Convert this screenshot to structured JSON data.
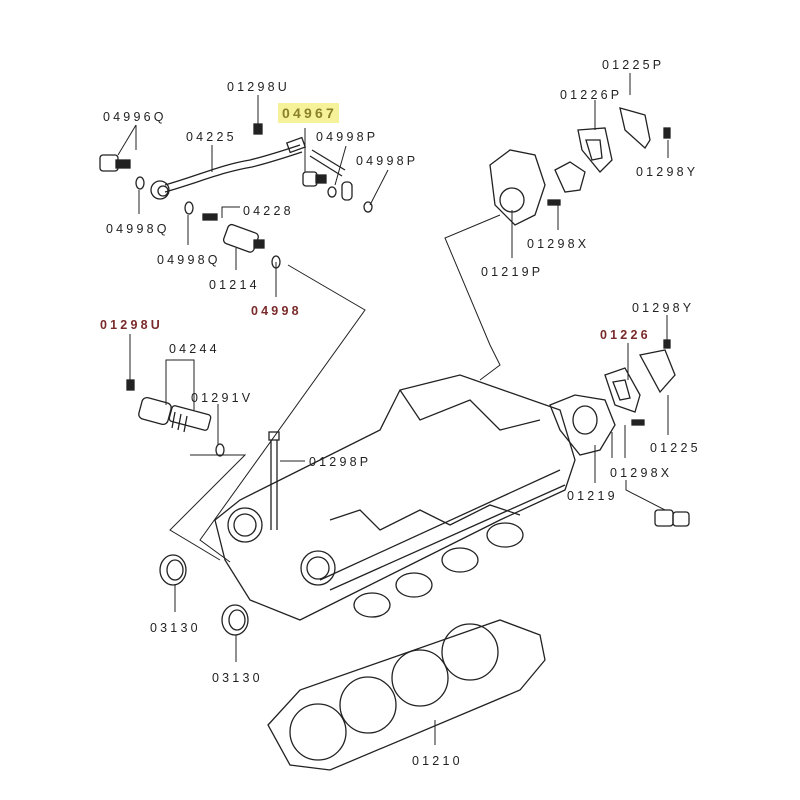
{
  "diagram_title": "",
  "colors": {
    "highlight": "#f6f29a",
    "referenced": "#7a2a2a",
    "line": "#222222"
  },
  "labels": {
    "p01298U_top": "01298U",
    "p04967": "04967",
    "p04998P_a": "04998P",
    "p04998P_b": "04998P",
    "p04996Q": "04996Q",
    "p04225": "04225",
    "p04228": "04228",
    "p04998Q_a": "04998Q",
    "p04998Q_b": "04998Q",
    "p01214": "01214",
    "p04998": "04998",
    "p01298U_left": "01298U",
    "p04244": "04244",
    "p01291V": "01291V",
    "p01298P": "01298P",
    "p03130_a": "03130",
    "p03130_b": "03130",
    "p01210": "01210",
    "p01225P": "01225P",
    "p01226P": "01226P",
    "p01298Y_a": "01298Y",
    "p01298X_a": "01298X",
    "p01219P": "01219P",
    "p01298Y_b": "01298Y",
    "p01226": "01226",
    "p01225": "01225",
    "p01298X_b": "01298X",
    "p01219": "01219"
  }
}
